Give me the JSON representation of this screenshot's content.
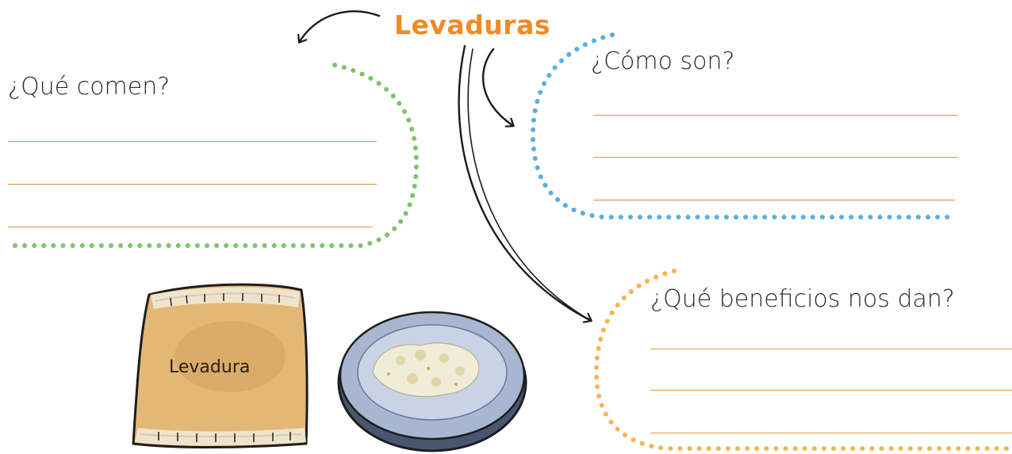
{
  "title": "Levaduras",
  "questions": {
    "comen": "¿Qué comen?",
    "son": "¿Cómo son?",
    "beneficios": "¿Qué beneficios nos dan?"
  },
  "package_label": "Levadura",
  "colors": {
    "title": "#f08a24",
    "green_dots": "#7fc26b",
    "blue_dots": "#5aaee0",
    "orange_dots": "#f5b451",
    "answer_lines": "#e0913a"
  }
}
